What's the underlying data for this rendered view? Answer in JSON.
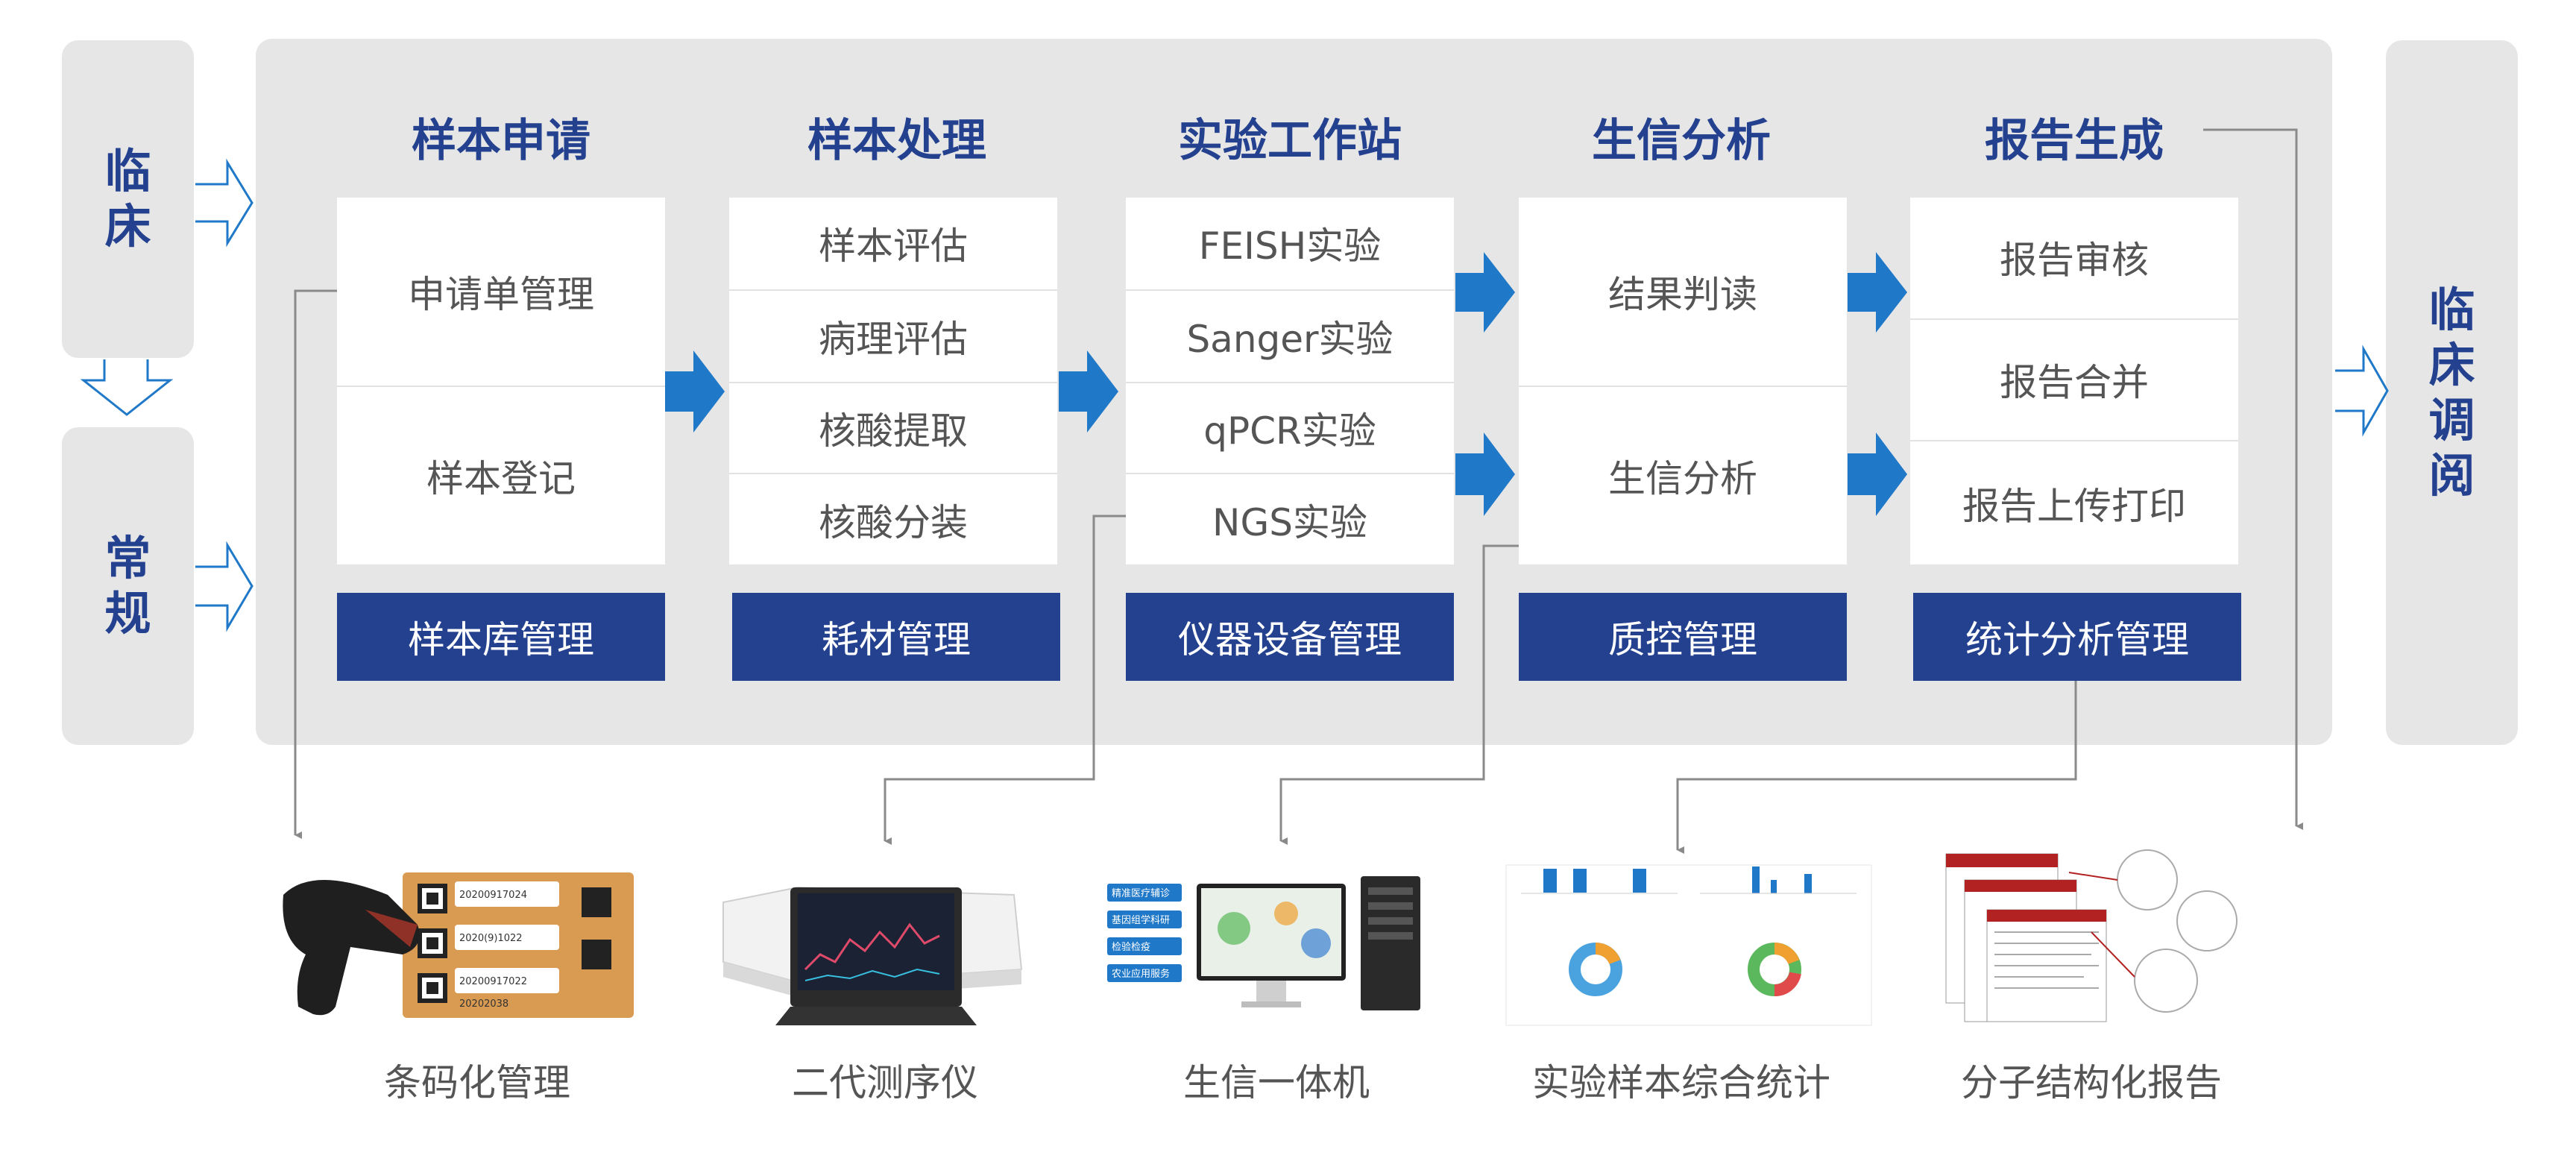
{
  "left": {
    "top_label": "临床",
    "bottom_label": "常规"
  },
  "right": {
    "label": "临床调阅"
  },
  "columns": [
    {
      "title": "样本申请",
      "items": [
        "申请单管理",
        "样本登记"
      ],
      "footer": "样本库管理"
    },
    {
      "title": "样本处理",
      "items": [
        "样本评估",
        "病理评估",
        "核酸提取",
        "核酸分装"
      ],
      "footer": "耗材管理"
    },
    {
      "title": "实验工作站",
      "items": [
        "FEISH实验",
        "Sanger实验",
        "qPCR实验",
        "NGS实验"
      ],
      "footer": "仪器设备管理"
    },
    {
      "title": "生信分析",
      "items": [
        "结果判读",
        "生信分析"
      ],
      "footer": "质控管理"
    },
    {
      "title": "报告生成",
      "items": [
        "报告审核",
        "报告合并",
        "报告上传打印"
      ],
      "footer": "统计分析管理"
    }
  ],
  "devices": [
    {
      "caption": "条码化管理",
      "icon": "barcode-scanner-icon"
    },
    {
      "caption": "二代测序仪",
      "icon": "sequencer-icon"
    },
    {
      "caption": "生信一体机",
      "icon": "bioinfo-server-icon"
    },
    {
      "caption": "实验样本综合统计",
      "icon": "statistics-dashboard-icon"
    },
    {
      "caption": "分子结构化报告",
      "icon": "structured-report-icon"
    }
  ],
  "bioinfo_tags": [
    "精准医疗辅诊",
    "基因组学科研",
    "检验检疫",
    "农业应用服务"
  ],
  "barcode_numbers": [
    "20200917024",
    "2020(9)1022",
    "20200917022",
    "20202038"
  ],
  "colors": {
    "brand_blue": "#24418f",
    "arrow_blue": "#1f78c8",
    "panel_gray": "#e6e6e6"
  }
}
